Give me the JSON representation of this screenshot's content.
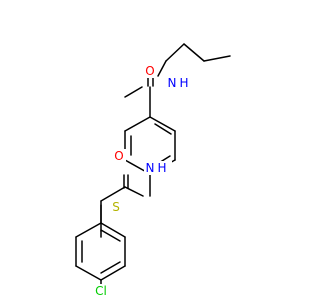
{
  "molecule": {
    "atoms": {
      "o_amide_top": {
        "label": "O",
        "color": "#ff0000"
      },
      "nh_top": {
        "label": "N",
        "h_label": "H",
        "color": "#0000ff"
      },
      "nh_mid": {
        "label": "N",
        "h_label": "H",
        "color": "#0000ff"
      },
      "o_amide_mid": {
        "label": "O",
        "color": "#ff0000"
      },
      "s": {
        "label": "S",
        "color": "#b3b300"
      },
      "cl": {
        "label": "Cl",
        "color": "#00cc00"
      }
    }
  }
}
